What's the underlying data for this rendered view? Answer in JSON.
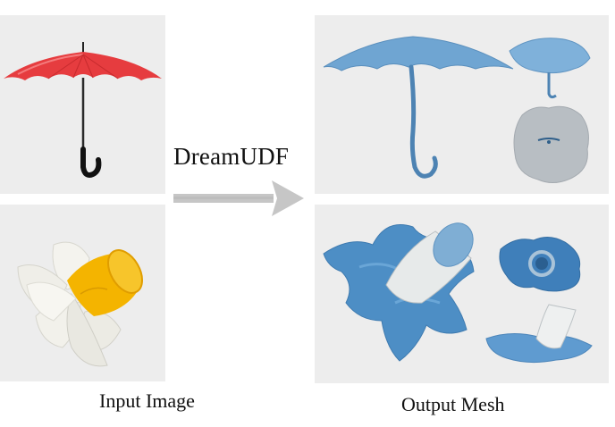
{
  "figure": {
    "method_label": "DreamUDF",
    "input_caption": "Input Image",
    "output_caption": "Output Mesh"
  },
  "rows": [
    {
      "subject": "umbrella",
      "input_color": "#e63c3f",
      "mesh_color": "#6fa5d2"
    },
    {
      "subject": "daffodil",
      "input_color": "#f4b400",
      "mesh_color": "#4d8ec5"
    }
  ],
  "colors": {
    "panel_bg": "#ededed",
    "mesh_inner": "#c9ced1",
    "arrow": "#c6c6c6"
  }
}
